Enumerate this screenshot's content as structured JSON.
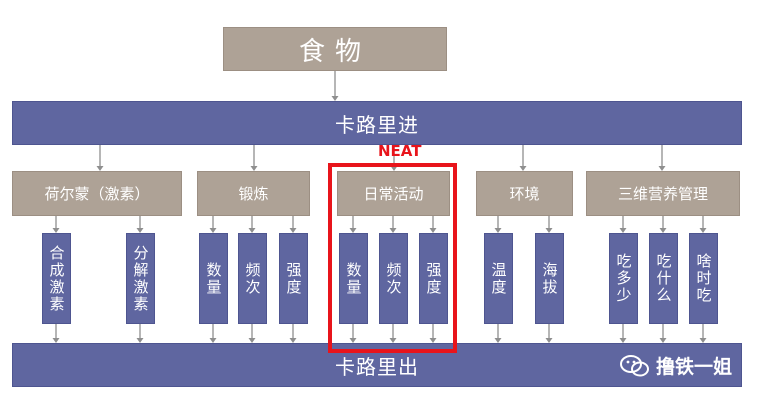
{
  "top": {
    "label": "食物"
  },
  "intake_bar": {
    "label": "卡路里进"
  },
  "output_bar": {
    "label": "卡路里出"
  },
  "neat": {
    "label": "NEAT"
  },
  "categories": [
    {
      "id": "hormone",
      "label": "荷尔蒙（激素）",
      "leaves": [
        "合成激素",
        "分解激素"
      ]
    },
    {
      "id": "exercise",
      "label": "锻炼",
      "leaves": [
        "数量",
        "频次",
        "强度"
      ]
    },
    {
      "id": "daily",
      "label": "日常活动",
      "leaves": [
        "数量",
        "频次",
        "强度"
      ]
    },
    {
      "id": "env",
      "label": "环境",
      "leaves": [
        "温度",
        "海拔"
      ]
    },
    {
      "id": "nutrition",
      "label": "三维营养管理",
      "leaves": [
        "吃多少",
        "吃什么",
        "啥时吃"
      ]
    }
  ],
  "watermark": {
    "text": "撸铁一姐",
    "icon": "wechat-icon"
  },
  "colors": {
    "brown": "#aea296",
    "blue": "#5f66a0",
    "highlight": "#e8141b",
    "arrow": "#8f8f8f"
  }
}
